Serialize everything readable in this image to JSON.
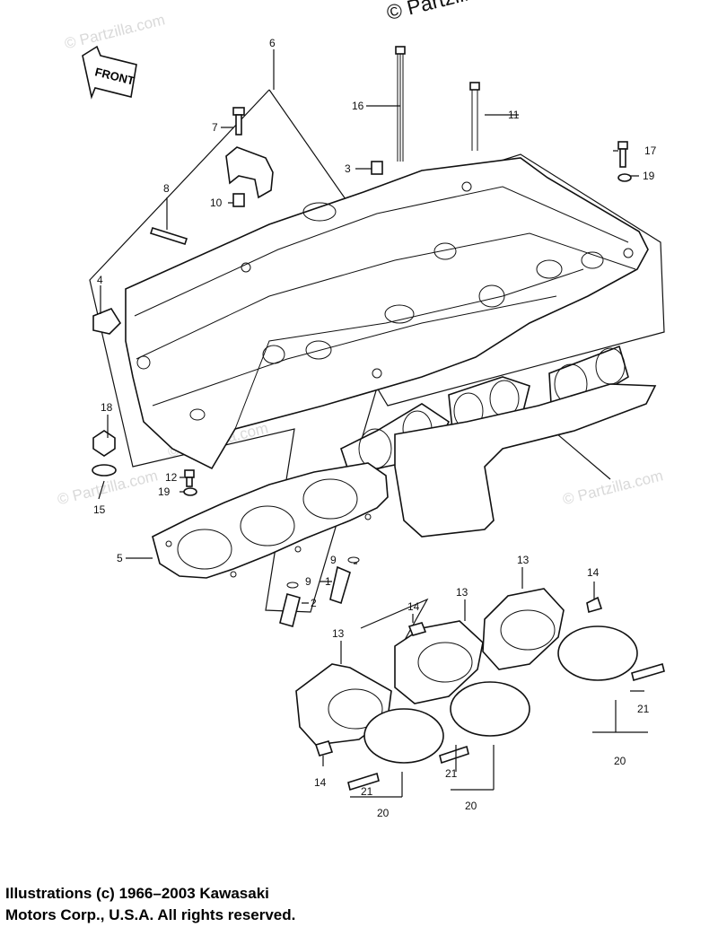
{
  "watermark": {
    "main": "© Partzilla.com",
    "faint": "© Partzilla.com"
  },
  "front_label": "FRONT",
  "callouts": [
    "1",
    "2",
    "3",
    "4",
    "5",
    "6",
    "7",
    "8",
    "9",
    "10",
    "11",
    "12",
    "13",
    "14",
    "15",
    "16",
    "17",
    "18",
    "19",
    "20",
    "21"
  ],
  "credit": {
    "line1": "Illustrations (c) 1966–2003 Kawasaki",
    "line2": "Motors Corp., U.S.A.  All rights reserved."
  }
}
